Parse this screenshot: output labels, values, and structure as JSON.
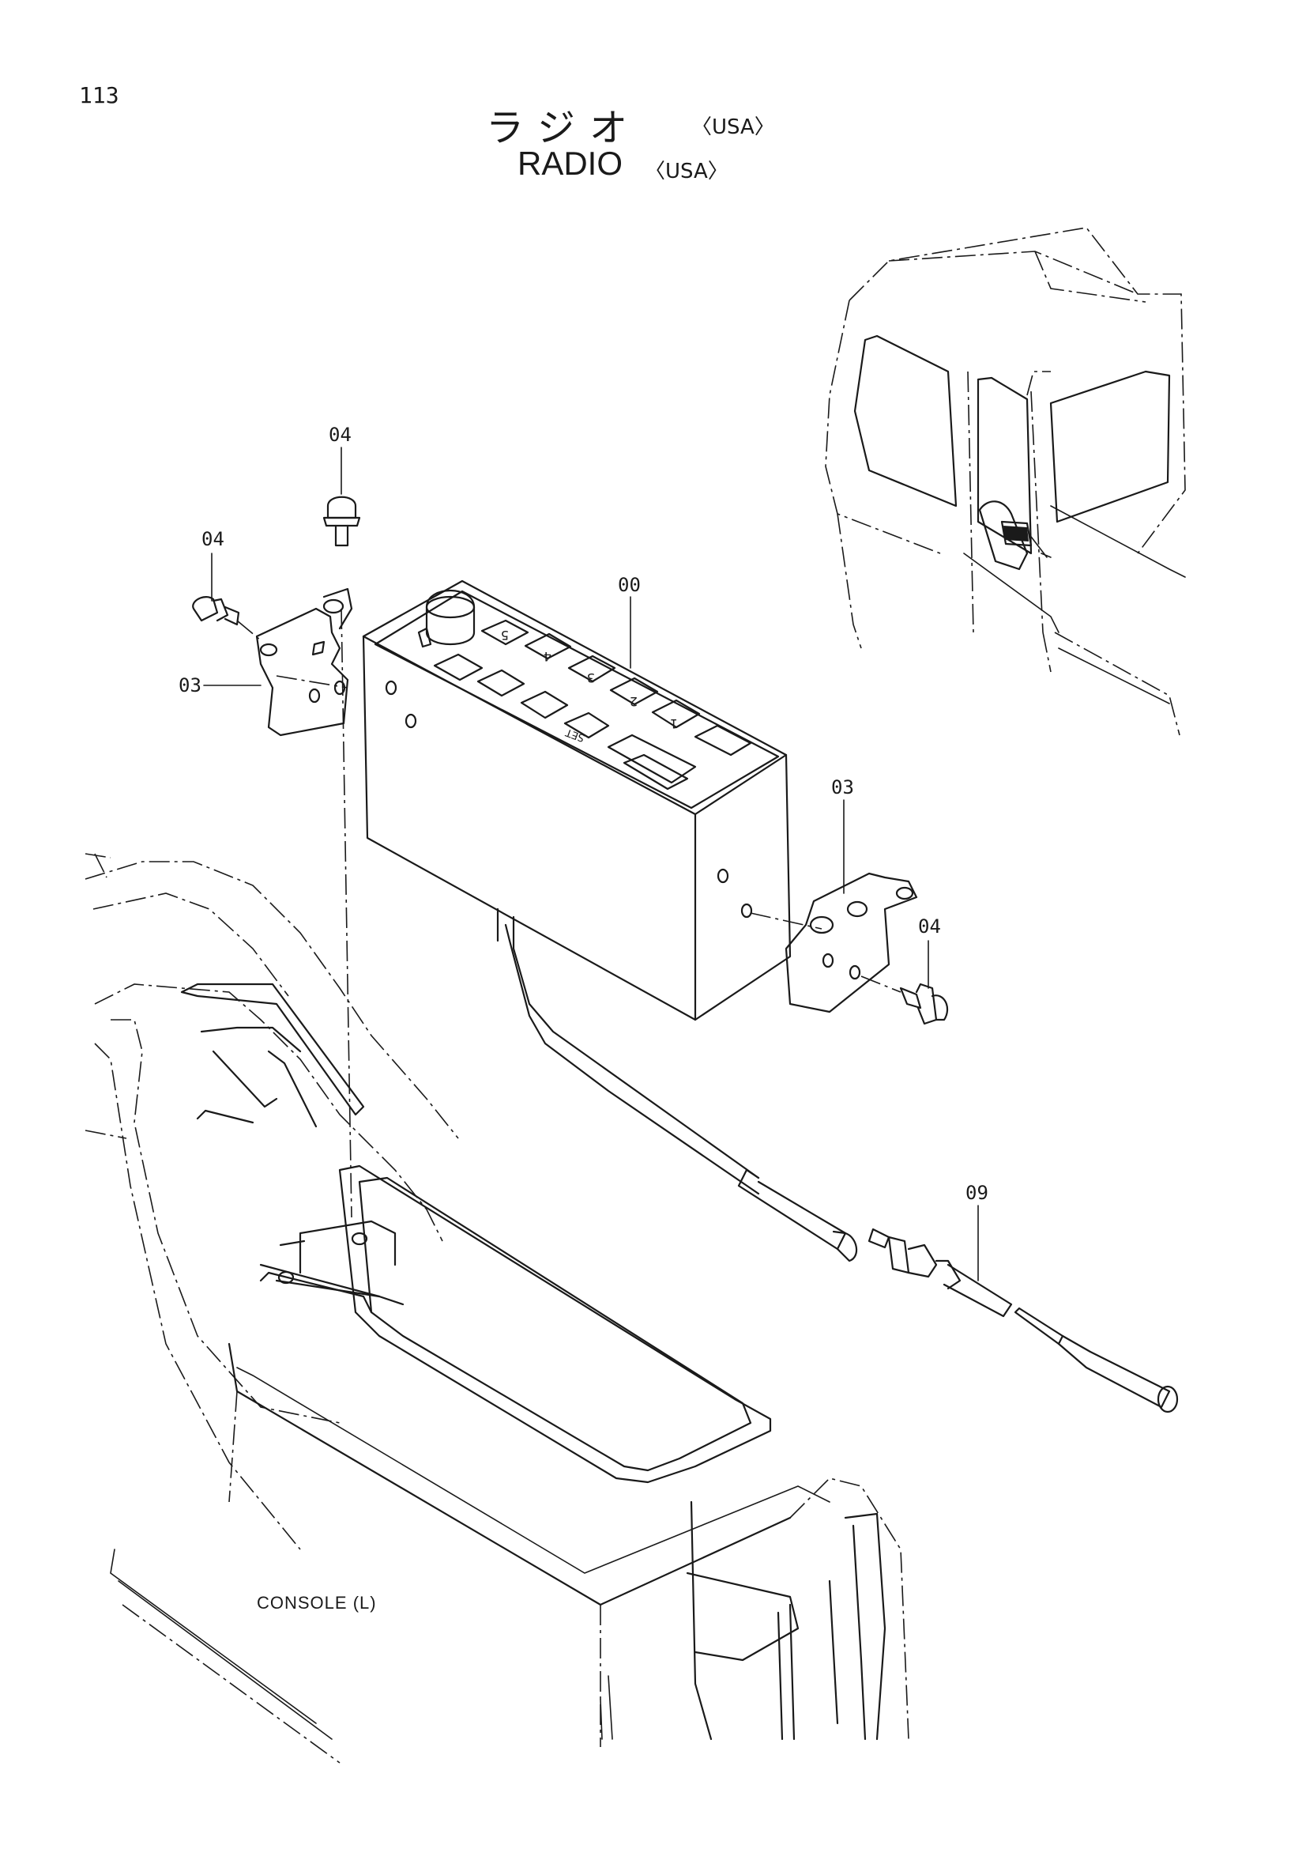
{
  "page_number": "113",
  "title_jp": "ラジオ",
  "title_jp_suffix": "〈USA〉",
  "title_en": "RADIO",
  "title_en_suffix": "〈USA〉",
  "callouts": {
    "radio": "00",
    "bracket_left": "03",
    "bracket_right": "03",
    "screw_top": "04",
    "screw_left": "04",
    "screw_right": "04",
    "antenna_cable": "09"
  },
  "radio_buttons": [
    "5",
    "4",
    "3",
    "2",
    "1",
    "SET"
  ],
  "console_label": "CONSOLE (L)"
}
